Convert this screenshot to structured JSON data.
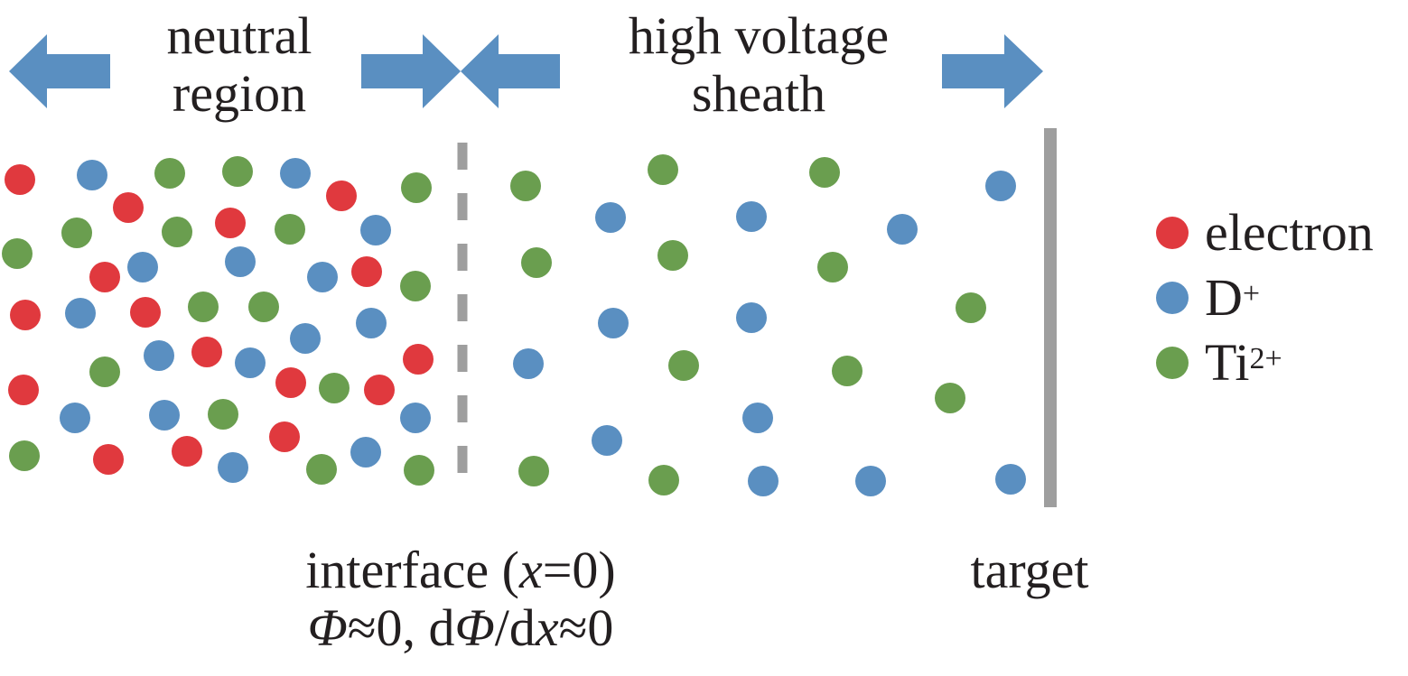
{
  "labels": {
    "neutral_line1": "neutral",
    "neutral_line2": "region",
    "sheath_line1": "high voltage",
    "sheath_line2": "sheath",
    "interface_prefix": "interface (",
    "interface_var": "x",
    "interface_suffix": "=0)",
    "condition_phi": "Φ",
    "condition_mid": "≈0, d",
    "condition_phi2": "Φ",
    "condition_slash": "/d",
    "condition_x": "x",
    "condition_end": "≈0",
    "target": "target"
  },
  "legend": [
    {
      "label": "electron",
      "sup": "",
      "color": "#e0393e"
    },
    {
      "label": "D",
      "sup": "+",
      "color": "#5a8fc1"
    },
    {
      "label": "Ti",
      "sup": "2+",
      "color": "#6a9e4f"
    }
  ],
  "colors": {
    "electron": "#e0393e",
    "deuterium": "#5a8fc1",
    "titanium": "#6a9e4f",
    "arrow": "#5a8fc1",
    "target_plate": "#9e9e9e",
    "interface_line": "#9e9e9e"
  }
}
